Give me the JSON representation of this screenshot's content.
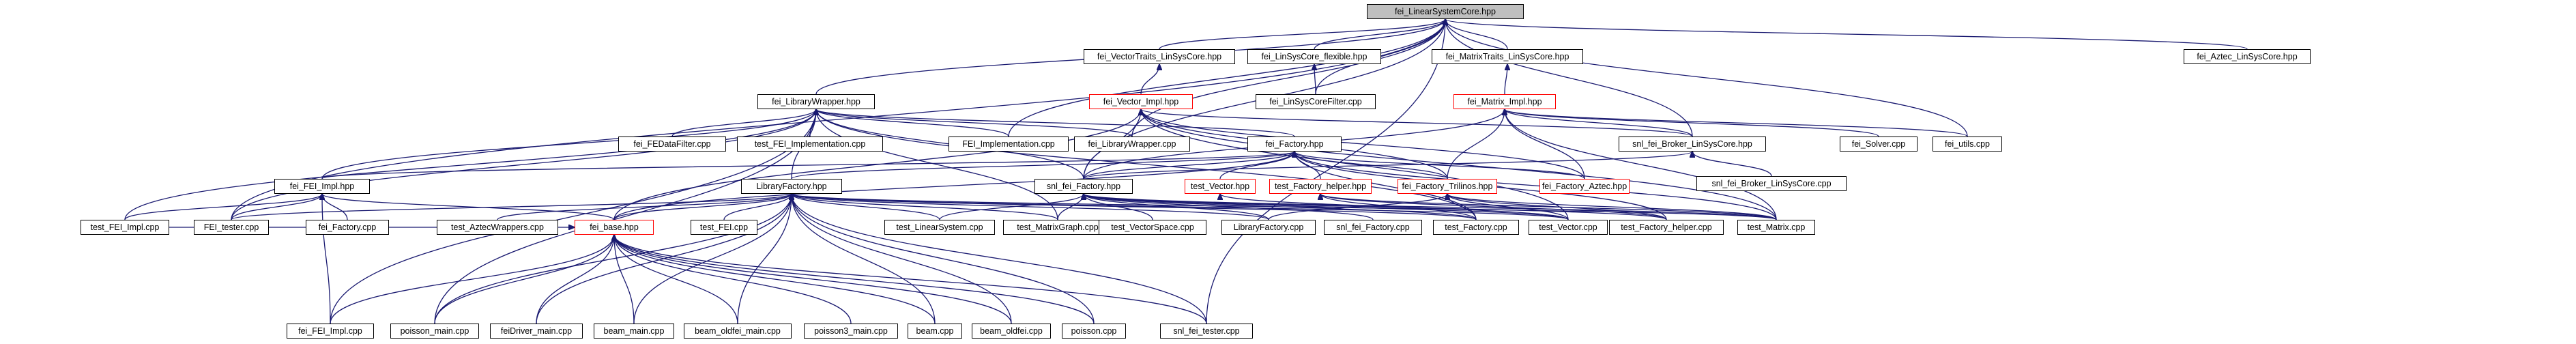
{
  "graph": {
    "root": "fei_LinearSystemCore.hpp",
    "nodes": {
      "fei_LinearSystemCore": "fei_LinearSystemCore.hpp",
      "fei_VectorTraits_LinSysCore": "fei_VectorTraits_LinSysCore.hpp",
      "fei_LinSysCore_flexible": "fei_LinSysCore_flexible.hpp",
      "fei_MatrixTraits_LinSysCore": "fei_MatrixTraits_LinSysCore.hpp",
      "fei_Aztec_LinSysCore": "fei_Aztec_LinSysCore.hpp",
      "fei_LibraryWrapper": "fei_LibraryWrapper.hpp",
      "fei_Vector_Impl": "fei_Vector_Impl.hpp",
      "fei_LinSysCoreFilter_cpp": "fei_LinSysCoreFilter.cpp",
      "fei_Matrix_Impl": "fei_Matrix_Impl.hpp",
      "fei_FEDataFilter_cpp": "fei_FEDataFilter.cpp",
      "test_FEI_Implementation_cpp": "test_FEI_Implementation.cpp",
      "FEI_Implementation_cpp": "FEI_Implementation.cpp",
      "fei_LibraryWrapper_cpp": "fei_LibraryWrapper.cpp",
      "snl_fei_Broker_LinSysCore": "snl_fei_Broker_LinSysCore.hpp",
      "fei_Solver_cpp": "fei_Solver.cpp",
      "fei_utils_cpp": "fei_utils.cpp",
      "fei_Factory": "fei_Factory.hpp",
      "snl_fei_Broker_LinSysCore_cpp": "snl_fei_Broker_LinSysCore.cpp",
      "fei_FEI_Impl": "fei_FEI_Impl.hpp",
      "LibraryFactory": "LibraryFactory.hpp",
      "snl_fei_Factory": "snl_fei_Factory.hpp",
      "test_Vector": "test_Vector.hpp",
      "test_Factory_helper": "test_Factory_helper.hpp",
      "fei_Factory_Trilinos": "fei_Factory_Trilinos.hpp",
      "fei_Factory_Aztec": "fei_Factory_Aztec.hpp",
      "test_FEI_Impl_cpp": "test_FEI_Impl.cpp",
      "FEI_tester_cpp": "FEI_tester.cpp",
      "fei_Factory_cpp": "fei_Factory.cpp",
      "test_AztecWrappers_cpp": "test_AztecWrappers.cpp",
      "fei_base": "fei_base.hpp",
      "test_FEI_cpp": "test_FEI.cpp",
      "test_LinearSystem_cpp": "test_LinearSystem.cpp",
      "test_MatrixGraph_cpp": "test_MatrixGraph.cpp",
      "test_VectorSpace_cpp": "test_VectorSpace.cpp",
      "LibraryFactory_cpp": "LibraryFactory.cpp",
      "snl_fei_Factory_cpp": "snl_fei_Factory.cpp",
      "test_Factory_cpp": "test_Factory.cpp",
      "test_Vector_cpp": "test_Vector.cpp",
      "test_Factory_helper_cpp": "test_Factory_helper.cpp",
      "test_Matrix_cpp": "test_Matrix.cpp",
      "fei_FEI_Impl_cpp": "fei_FEI_Impl.cpp",
      "poisson_main_cpp": "poisson_main.cpp",
      "feiDriver_main_cpp": "feiDriver_main.cpp",
      "beam_main_cpp": "beam_main.cpp",
      "beam_oldfei_main_cpp": "beam_oldfei_main.cpp",
      "poisson3_main_cpp": "poisson3_main.cpp",
      "beam_cpp": "beam.cpp",
      "beam_oldfei_cpp": "beam_oldfei.cpp",
      "poisson_cpp": "poisson.cpp",
      "snl_fei_tester_cpp": "snl_fei_tester.cpp"
    },
    "colors": {
      "edge": "#191970",
      "root_fill": "#bfbfbf",
      "incomplete_border": "#ff0000",
      "node_border": "#000000"
    }
  }
}
